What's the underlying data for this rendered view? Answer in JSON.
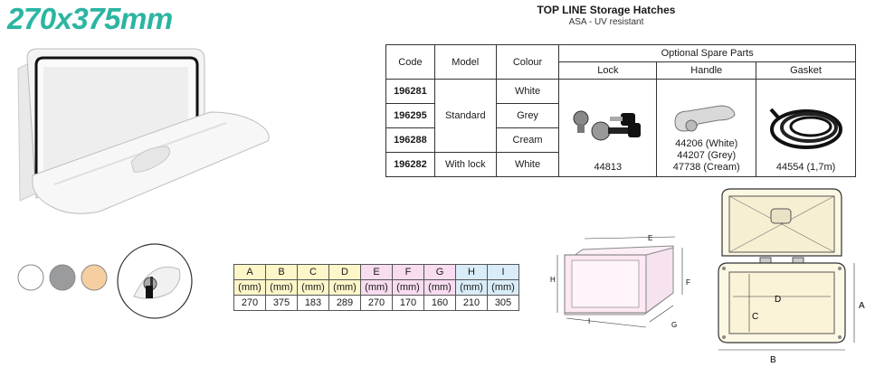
{
  "header": {
    "size": "270x375mm",
    "title": "TOP LINE Storage Hatches",
    "subtitle": "ASA - UV resistant"
  },
  "spec_table": {
    "headers": {
      "code": "Code",
      "model": "Model",
      "colour": "Colour",
      "optional": "Optional Spare Parts",
      "lock": "Lock",
      "handle": "Handle",
      "gasket": "Gasket"
    },
    "rows": [
      {
        "code": "196281",
        "colour": "White"
      },
      {
        "code": "196295",
        "colour": "Grey"
      },
      {
        "code": "196288",
        "colour": "Cream"
      },
      {
        "code": "196282",
        "colour": "White"
      }
    ],
    "models": {
      "standard": "Standard",
      "with_lock": "With lock"
    },
    "parts": {
      "lock": "44813",
      "handle": [
        "44206 (White)",
        "44207 (Grey)",
        "47738 (Cream)"
      ],
      "gasket": "44554 (1,7m)"
    }
  },
  "swatch_colors": [
    "#ffffff",
    "#9a9b9d",
    "#f6cfa0"
  ],
  "dimensions": {
    "labels": [
      "A",
      "B",
      "C",
      "D",
      "E",
      "F",
      "G",
      "H",
      "I"
    ],
    "unit": "(mm)",
    "values": [
      "270",
      "375",
      "183",
      "289",
      "270",
      "170",
      "160",
      "210",
      "305"
    ]
  },
  "diagram_labels": {
    "box": {
      "e": "E",
      "h": "H",
      "f": "F",
      "i": "I",
      "g": "G"
    },
    "top": {
      "a": "A",
      "b": "B",
      "c": "C",
      "d": "D"
    }
  }
}
